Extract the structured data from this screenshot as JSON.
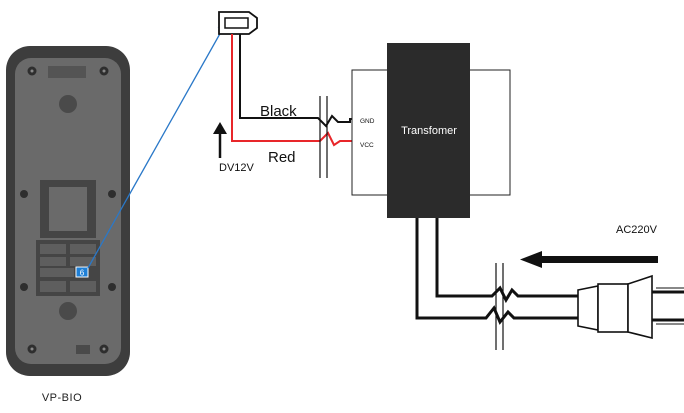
{
  "device": {
    "label": "VP-BIO",
    "port_number": "6"
  },
  "wires": {
    "black_label": "Black",
    "red_label": "Red",
    "dc_label": "DV12V"
  },
  "transformer": {
    "title": "Transfomer",
    "gnd_label": "GND",
    "vcc_label": "VCC"
  },
  "mains": {
    "ac_label": "AC220V"
  },
  "colors": {
    "device_body": "#3d3d3d",
    "device_panel": "#6a6a6a",
    "red_wire": "#e8262a",
    "black_wire": "#111111",
    "leader_line": "#2a78c8",
    "port_highlight": "#1e7fd6",
    "transformer_body": "#2b2b2b"
  }
}
